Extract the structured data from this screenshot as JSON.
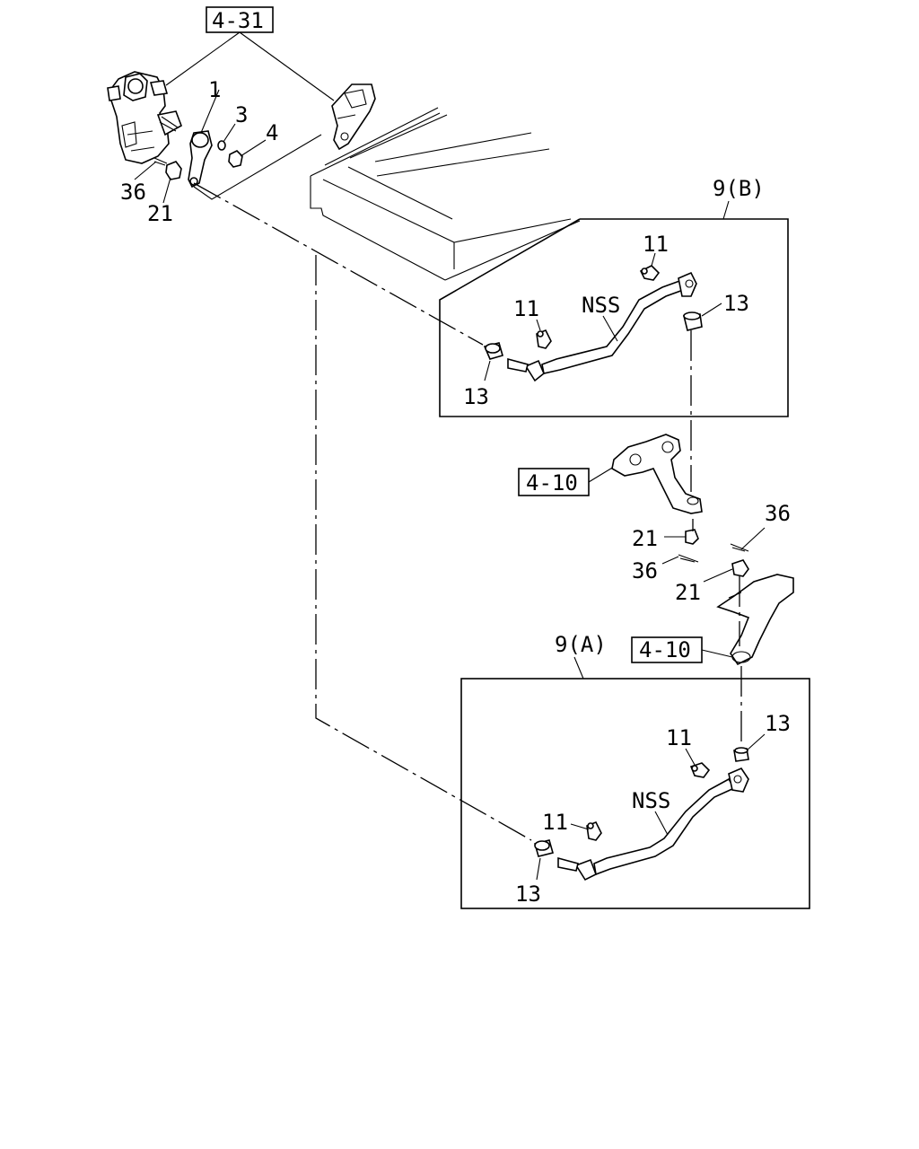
{
  "ref_boxes": {
    "top": "4-31",
    "upper_arm": "4-10",
    "lower_arm": "4-10"
  },
  "group_labels": {
    "b": "9(B)",
    "a": "9(A)"
  },
  "callouts": {
    "n1": "1",
    "n3": "3",
    "n4": "4",
    "n36_top": "36",
    "n21_top": "21",
    "b_11_right": "11",
    "b_nss": "NSS",
    "b_13_right": "13",
    "b_11_left": "11",
    "b_13_left": "13",
    "mid_36_right": "36",
    "mid_21_left": "21",
    "mid_36_left": "36",
    "mid_21_right": "21",
    "a_13_right": "13",
    "a_11_right": "11",
    "a_nss": "NSS",
    "a_11_left": "11",
    "a_13_left": "13"
  },
  "icons": [
    "steering-gear-icon",
    "pitman-arm-icon",
    "frame-bracket-icon",
    "drag-link-icon",
    "idler-arm-icon",
    "grease-nipple-icon",
    "dust-boot-icon",
    "castle-nut-icon",
    "cotter-pin-icon"
  ]
}
